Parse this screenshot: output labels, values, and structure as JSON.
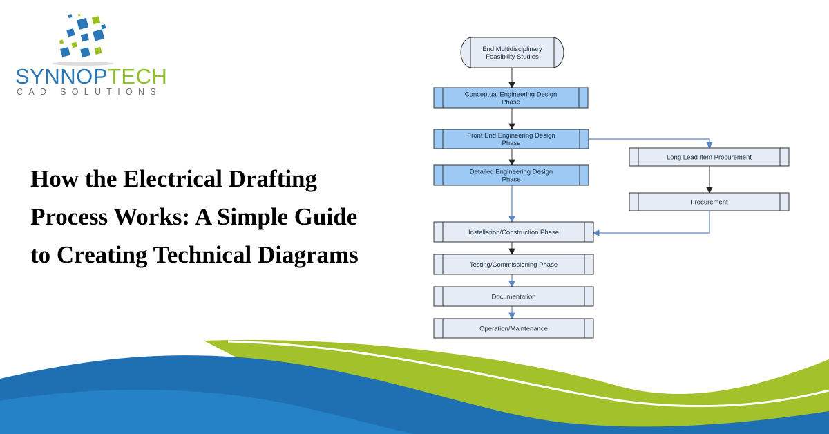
{
  "logo": {
    "name_part1": "SYNNOP",
    "name_part2": "TECH",
    "tagline": "CAD SOLUTIONS"
  },
  "title": "How the Electrical Drafting Process Works: A Simple Guide to Creating Technical Diagrams",
  "flowchart": {
    "nodes": [
      {
        "id": "start",
        "lines": [
          "End Multidisciplinary",
          "Feasibility Studies"
        ]
      },
      {
        "id": "conceptual",
        "lines": [
          "Conceptual Engineering Design",
          "Phase"
        ]
      },
      {
        "id": "feed",
        "lines": [
          "Front End Engineering Design",
          "Phase"
        ]
      },
      {
        "id": "detailed",
        "lines": [
          "Detailed Engineering Design",
          "Phase"
        ]
      },
      {
        "id": "longlead",
        "lines": [
          "Long Lead Item Procurement"
        ]
      },
      {
        "id": "procurement",
        "lines": [
          "Procurement"
        ]
      },
      {
        "id": "installation",
        "lines": [
          "Installation/Construction Phase"
        ]
      },
      {
        "id": "testing",
        "lines": [
          "Testing/Commissioning Phase"
        ]
      },
      {
        "id": "documentation",
        "lines": [
          "Documentation"
        ]
      },
      {
        "id": "operation",
        "lines": [
          "Operation/Maintenance"
        ]
      }
    ]
  },
  "colors": {
    "brand_blue": "#2a77b8",
    "brand_green": "#9bbf1e",
    "box_blue": "#9ccaf5",
    "box_light": "#e6ecf6",
    "connector_blue": "#5b86c4"
  }
}
